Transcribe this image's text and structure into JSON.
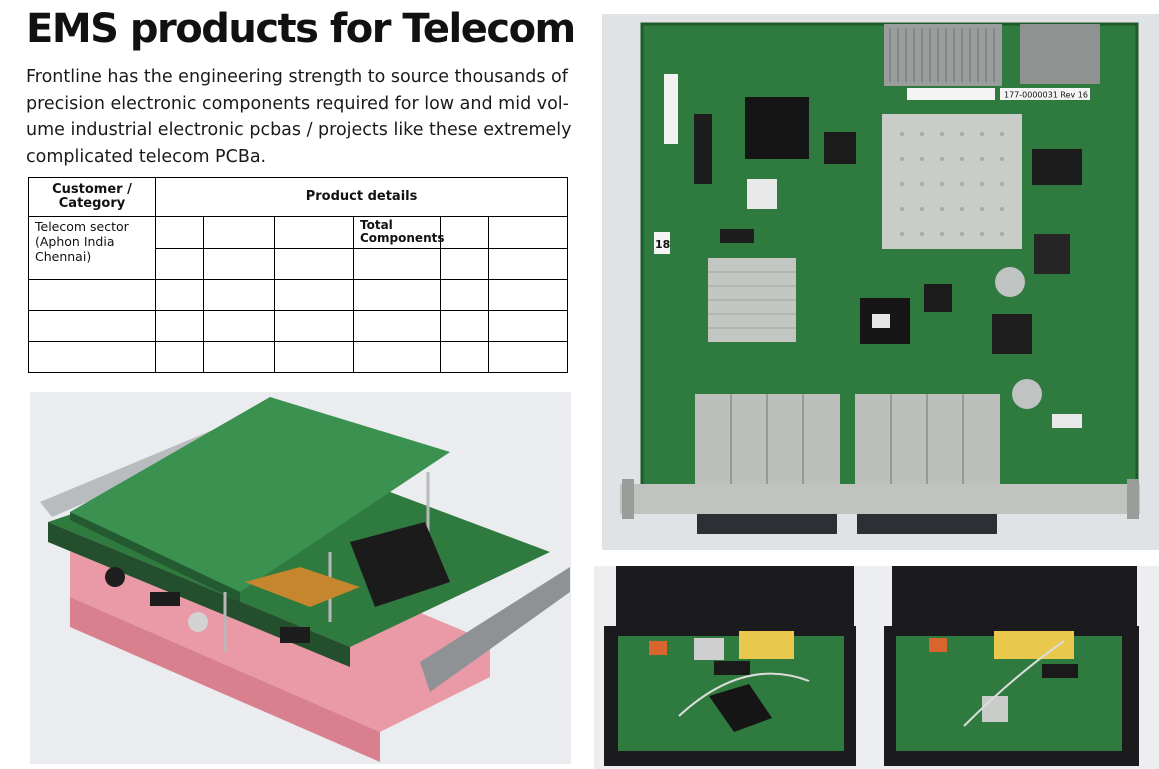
{
  "heading": "EMS products for Telecom",
  "intro": "Frontline has the engineering strength to source thousands of  precision electronic components required for low and mid vol-  ume industrial electronic pcbas / projects like these extremely complicated telecom PCBa.",
  "table": {
    "col1_header": "Customer / Category",
    "col2_header": "Product details",
    "row1_customer": "Telecom sector (Aphon India Chennai)",
    "row1_total_label": "Total Components"
  },
  "board_labels": {
    "part_number": "177-0000031 Rev 16",
    "slot_number": "18"
  },
  "colors": {
    "pcb_green": "#2f7a3e",
    "heatsink_silver": "#c9ccc9",
    "enclosure_black": "#1b1b1d",
    "foam_pink": "#e99aa6"
  }
}
